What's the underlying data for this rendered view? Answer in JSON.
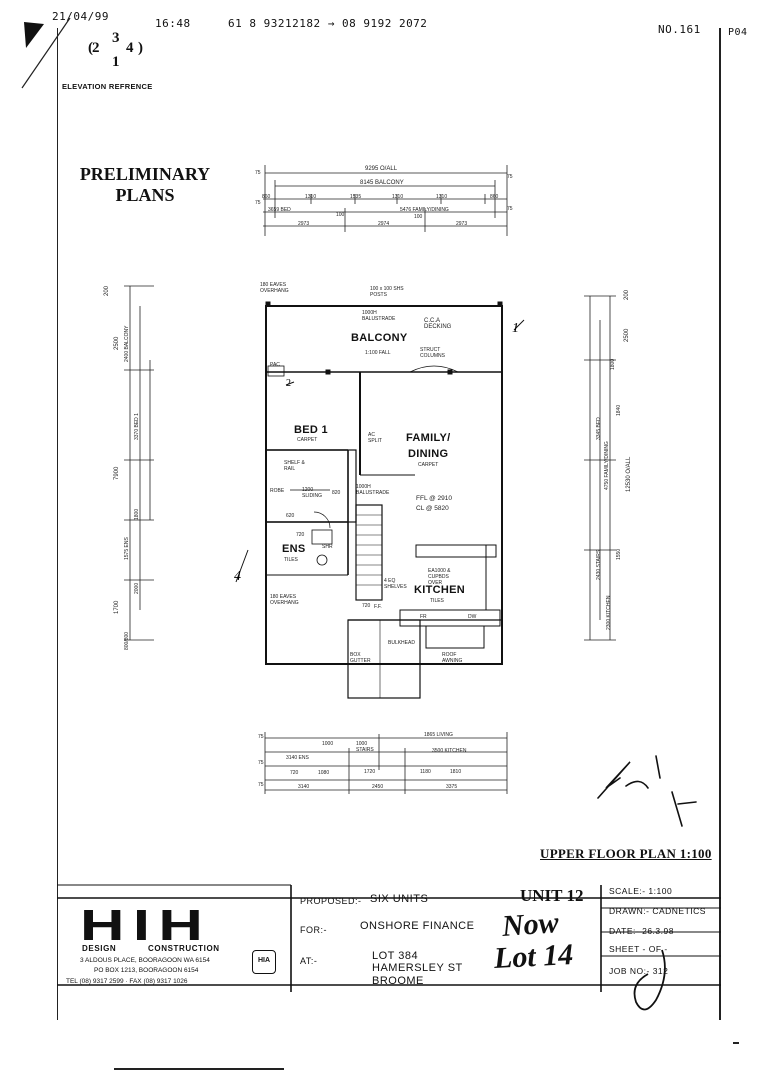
{
  "fax_header": {
    "date": "21/04/99",
    "time": "16:48",
    "phones": "61 8 93212182 → 08 9192 2072",
    "doc_no": "NO.161",
    "page": "P04"
  },
  "elevation": {
    "numbers": [
      "2",
      "3",
      "4",
      "1"
    ],
    "label": "ELEVATION REFRENCE"
  },
  "stamp": {
    "line1": "PRELIMINARY",
    "line2": "PLANS"
  },
  "top_dims": {
    "overall": "9295 O/ALL",
    "balcony": "8145 BALCONY",
    "segments": [
      "860",
      "1310",
      "1535",
      "1310",
      "1310",
      "860"
    ],
    "row3_a": "3659 BED",
    "row3_b": "100",
    "row3_c": "5476 FAMILY/DINING",
    "row3_d": "100",
    "bottom_a": "2973",
    "bottom_b": "2974",
    "bottom_c": "2973"
  },
  "rooms": {
    "balcony": "BALCONY",
    "bed1": "BED 1",
    "bed1_sub": "CARPET",
    "family": "FAMILY/",
    "dining": "DINING",
    "dining_sub": "CARPET",
    "ens": "ENS",
    "ens_sub": "TILES",
    "kitchen": "KITCHEN",
    "kitchen_sub": "TILES"
  },
  "plan_notes": {
    "eaves_top": "180 EAVES OVERHANG",
    "posts": "100 x 100 SHS POSTS",
    "balustrade_top": "1000H BALUSTRADE",
    "cca": "C.C.A DECKING",
    "balcony_fall": "1:100 FALL",
    "struct": "STRUCT COLUMNS",
    "pac": "PAC",
    "ac": "AC SPLIT",
    "shelf": "SHELF & RAIL",
    "robe": "ROBE",
    "sliding": "1200 SLIDING",
    "balustrade_mid": "1000H BALUSTRADE",
    "ffl": "FFL @ 2910",
    "cl": "CL @ 5820",
    "shr": "SHR",
    "eaves_bottom": "180 EAVES OVERHANG",
    "shelves": "4 EQ SHELVES",
    "cupboards": "EA1000 & CUPBDS OVER",
    "fridge": "FR",
    "dw": "DW",
    "ff": "F.F.",
    "box_gutter": "BOX GUTTER",
    "bulkhead": "BULKHEAD",
    "awning": "ROOF AWNING",
    "wall_num": "720",
    "num_820": "820",
    "num_620": "620",
    "num_720b": "720"
  },
  "left_dims": {
    "d1": "200",
    "d2": "2500",
    "d3": "2400 BALCONY",
    "d4": "3370 BED 1",
    "d5": "7900",
    "d6": "1800",
    "d7": "1575 ENS",
    "d8": "2000",
    "d9": "1700",
    "d10": "800/800"
  },
  "right_dims": {
    "d1": "200",
    "d2": "2500",
    "d3": "1800",
    "d4": "3345 BED",
    "d5": "4750 FAMILY/DINING",
    "d6": "1840",
    "d7": "12530 O/ALL",
    "d8": "2430 STAIRS",
    "d9": "1550",
    "d10": "2300 KITCHEN"
  },
  "bottom_dims": {
    "d1": "1865 LIVING",
    "d2": "3140 ENS",
    "d3": "1720",
    "d4": "3500 KITCHEN",
    "d5": "3140",
    "d6": "2450",
    "d7": "3375",
    "s1": "1000",
    "s2": "1000 STAIRS",
    "s3": "720",
    "s4": "1080",
    "s5": "1180",
    "s6": "1810"
  },
  "plan_title": "UPPER FLOOR PLAN 1:100",
  "company": {
    "logo": "HIH",
    "tag_left": "DESIGN",
    "tag_right": "CONSTRUCTION",
    "addr1": "3 ALDOUS PLACE, BOORAGOON WA 6154",
    "addr2": "PO BOX 1213, BOORAGOON 6154",
    "phone": "TEL (08) 9317 2599 · FAX (08) 9317 1026",
    "badge": "HIA"
  },
  "title_block": {
    "proposed_label": "PROPOSED:-",
    "proposed_value": "SIX UNITS",
    "unit": "UNIT 12",
    "for_label": "FOR:-",
    "for_value": "ONSHORE FINANCE",
    "at_label": "AT:-",
    "lot": "LOT 384",
    "street": "HAMERSLEY ST",
    "town": "BROOME",
    "scale": "SCALE:- 1:100",
    "drawn": "DRAWN:- CADNETICS",
    "date": "DATE:- 26.3.98",
    "sheet": "SHEET - OF -",
    "job": "JOB NO:- 312"
  },
  "handwriting": {
    "now": "Now",
    "lot": "Lot 14"
  }
}
